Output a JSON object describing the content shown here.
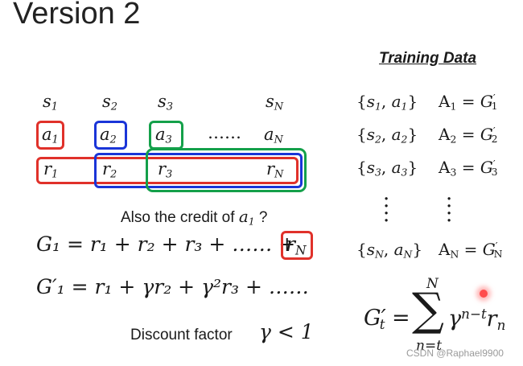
{
  "slide": {
    "title": "Version 2",
    "question": "Also the credit of",
    "discount_label": "Discount factor",
    "watermark": "CSDN @Raphael9900"
  },
  "sequence": {
    "states": [
      "s",
      "s",
      "s",
      "s"
    ],
    "state_subs": [
      "1",
      "2",
      "3",
      "N"
    ],
    "actions": [
      "a",
      "a",
      "a",
      "a"
    ],
    "action_subs": [
      "1",
      "2",
      "3",
      "N"
    ],
    "rewards": [
      "r",
      "r",
      "r",
      "r"
    ],
    "reward_subs": [
      "1",
      "2",
      "3",
      "N"
    ],
    "ellipsis": "……"
  },
  "training_data": {
    "heading": "Training Data",
    "rows": [
      {
        "s": "s",
        "s_sub": "1",
        "a": "a",
        "a_sub": "1",
        "A": "A",
        "A_sub": "1",
        "G": "G",
        "G_sub": "1"
      },
      {
        "s": "s",
        "s_sub": "2",
        "a": "a",
        "a_sub": "2",
        "A": "A",
        "A_sub": "2",
        "G": "G",
        "G_sub": "2"
      },
      {
        "s": "s",
        "s_sub": "3",
        "a": "a",
        "a_sub": "3",
        "A": "A",
        "A_sub": "3",
        "G": "G",
        "G_sub": "3"
      },
      {
        "s": "s",
        "s_sub": "N",
        "a": "a",
        "a_sub": "N",
        "A": "A",
        "A_sub": "N",
        "G": "G",
        "G_sub": "N"
      }
    ]
  },
  "equations": {
    "g1": "G₁ = r₁ + r₂ + r₃ + …… +",
    "g1_last": "r",
    "g1_last_sub": "N",
    "g1_prime": "G′₁ = r₁ + γr₂ + γ²r₃ + ……",
    "discount": "γ < 1",
    "gt_lhs": "G′",
    "gt_sub": "t",
    "sum_upper": "N",
    "sum_lower": "n=t",
    "sum_symbol": "∑",
    "gamma": "γ",
    "exponent": "n−t",
    "r": "r",
    "r_sub": "n",
    "a_sym": "a",
    "a_sub": "1",
    "question_mark": "?"
  },
  "colors": {
    "red": "#e0312a",
    "blue": "#1a35d8",
    "green": "#14a04a"
  }
}
